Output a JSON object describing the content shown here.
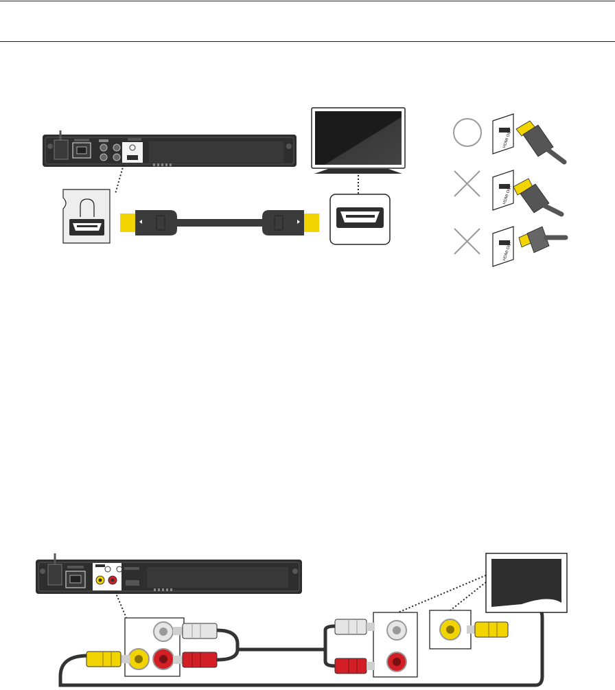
{
  "figure_top": {
    "player_labels": [
      "HDMI OUT"
    ],
    "plug_examples": [
      {
        "verdict": "correct",
        "symbol": "circle"
      },
      {
        "verdict": "incorrect",
        "symbol": "cross"
      },
      {
        "verdict": "incorrect",
        "symbol": "cross"
      }
    ],
    "jack_label": "HDMI OUT"
  },
  "figure_bottom": {
    "cable_colors": {
      "video": "#f2d400",
      "audio_left": "#e6e6e6",
      "audio_right": "#d21f26"
    }
  },
  "colors": {
    "device_dark": "#2e2e2e",
    "cable_black": "#222222",
    "connector_gold": "#f2d400",
    "mark_gray": "#9a9a9a"
  }
}
